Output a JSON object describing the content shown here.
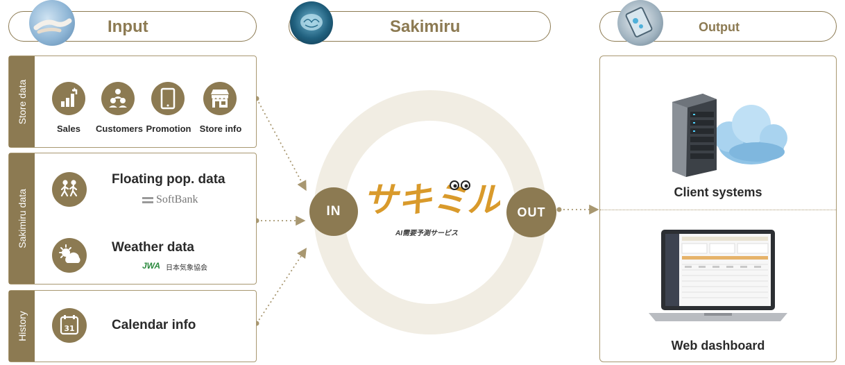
{
  "header": {
    "input_label": "Input",
    "center_label": "Sakimiru",
    "output_label": "Output"
  },
  "groups": {
    "store": {
      "tab": "Store data",
      "items": [
        {
          "label": "Sales",
          "icon": "bar-chart-icon"
        },
        {
          "label": "Customers",
          "icon": "people-icon"
        },
        {
          "label": "Promotion",
          "icon": "tablet-icon"
        },
        {
          "label": "Store info",
          "icon": "store-icon"
        }
      ]
    },
    "sakimiru": {
      "tab": "Sakimiru data",
      "floating": "Floating pop. data",
      "floating_source": "SoftBank",
      "weather": "Weather data",
      "weather_source": "日本気象協会",
      "weather_source_logo": "JWA"
    },
    "history": {
      "tab": "History",
      "calendar": "Calendar info",
      "calendar_icon_day": "31"
    }
  },
  "center": {
    "in_label": "IN",
    "out_label": "OUT",
    "logo_text": "サキミル",
    "logo_subtitle": "AI需要予測サービス"
  },
  "output": {
    "client_systems": "Client systems",
    "web_dashboard": "Web dashboard"
  },
  "colors": {
    "brand_gold": "#8c7a52",
    "logo_orange": "#d99a2b",
    "ring": "#f1ede3"
  }
}
